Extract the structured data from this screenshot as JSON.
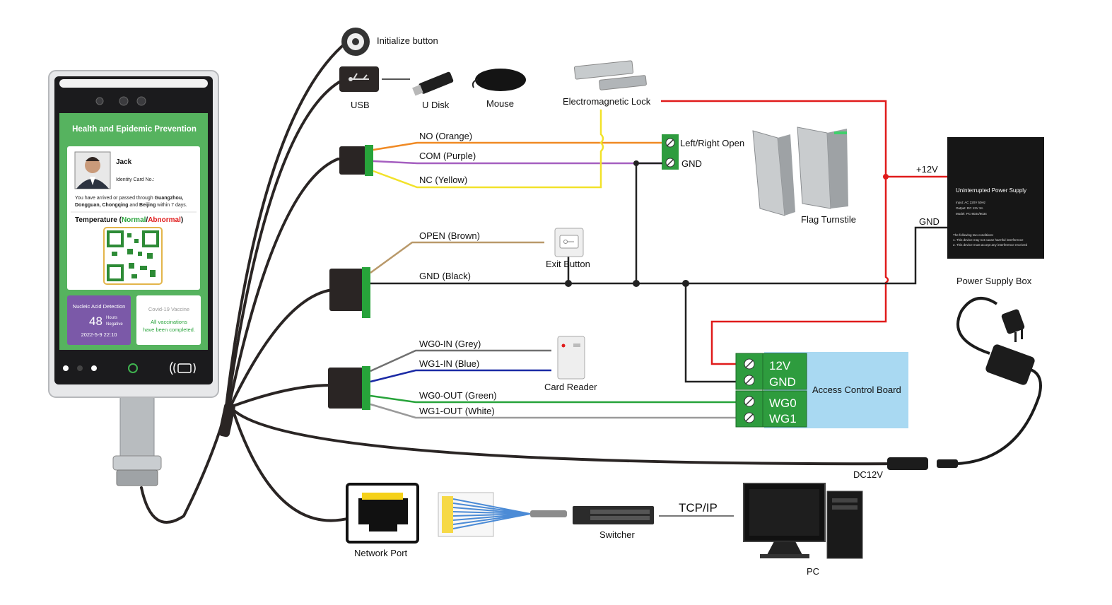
{
  "colors": {
    "orange": "#f08a24",
    "purple": "#a55fc0",
    "yellow": "#f2e22a",
    "brown": "#b9996a",
    "black": "#222222",
    "grey": "#707070",
    "blue": "#1b2aa5",
    "green": "#27a33a",
    "white": "#9a9a9a",
    "red": "#e01b1b",
    "terminal_green": "#2e9c3e",
    "board_blue": "#a9d9f2",
    "screen_green": "#56b35f"
  },
  "device": {
    "header": "Health and Epidemic Prevention",
    "name": "Jack",
    "id_label": "Identity Card No.:",
    "travel_line1_prefix": "You have arrived or passed through ",
    "travel_line1_bold": "Guangzhou,",
    "travel_line2_bold1": "Dongguan, Chongqing",
    "travel_line2_mid": " and ",
    "travel_line2_bold2": "Beijing",
    "travel_line2_suffix": " within 7 days.",
    "temp_label": "Temperature (",
    "temp_normal": "Normal",
    "temp_slash": "/",
    "temp_abnormal": "Abnormal",
    "temp_close": ")",
    "nucleic_title": "Nucleic Acid Detection",
    "nucleic_hours": "48",
    "nucleic_hours_label": "Hours",
    "nucleic_result": "Negative",
    "nucleic_date": "2022-5-9 22:10",
    "vaccine_title": "Covid-19 Vaccine",
    "vaccine_line1": "All vaccinations",
    "vaccine_line2": "have been completed."
  },
  "labels": {
    "initialize_button": "Initialize button",
    "usb": "USB",
    "u_disk": "U Disk",
    "mouse": "Mouse",
    "electromagnetic_lock": "Electromagnetic Lock",
    "no_orange": "NO (Orange)",
    "com_purple": "COM (Purple)",
    "nc_yellow": "NC (Yellow)",
    "left_right_open": "Left/Right Open",
    "gnd": "GND",
    "flag_turnstile": "Flag Turnstile",
    "plus12v": "+12V",
    "gnd_right": "GND",
    "power_supply_box": "Power Supply Box",
    "open_brown": "OPEN (Brown)",
    "exit_button": "Exit Button",
    "gnd_black": "GND (Black)",
    "wg0_in": "WG0-IN  (Grey)",
    "wg1_in": "WG1-IN  (Blue)",
    "card_reader": "Card Reader",
    "wg0_out": "WG0-OUT (Green)",
    "wg1_out": "WG1-OUT (White)",
    "access_control_board": "Access Control Board",
    "term_12v": "12V",
    "term_gnd": "GND",
    "term_wg0": "WG0",
    "term_wg1": "WG1",
    "dc12v": "DC12V",
    "network_port": "Network Port",
    "switcher": "Switcher",
    "tcp_ip": "TCP/IP",
    "pc": "PC"
  },
  "ups": {
    "title": "Uninterrupted Power Supply",
    "spec1": "Input:  AC 220V 50Hz",
    "spec2": "Output:  DC 12V 3A",
    "spec3": "Model:  PC-8034/9034",
    "note_title": "The following two conditions:",
    "note1": "1. This device may not cause harmful interference",
    "note2": "2. This device must accept any interference received"
  }
}
